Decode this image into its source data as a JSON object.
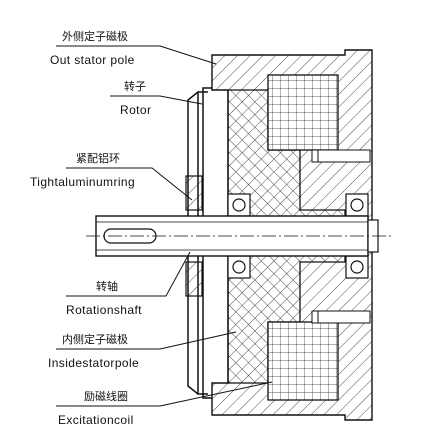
{
  "labels": {
    "outer_pole": {
      "cn": "外侧定子磁极",
      "en": "Out stator pole"
    },
    "rotor": {
      "cn": "转子",
      "en": "Rotor"
    },
    "tight_ring": {
      "cn": "紧配铝环",
      "en": "Tightaluminumring"
    },
    "shaft": {
      "cn": "转轴",
      "en": "Rotationshaft"
    },
    "inner_pole": {
      "cn": "内侧定子磁极",
      "en": "Insidestatorpole"
    },
    "coil": {
      "cn": "励磁线圈",
      "en": "Excitationcoil"
    }
  }
}
